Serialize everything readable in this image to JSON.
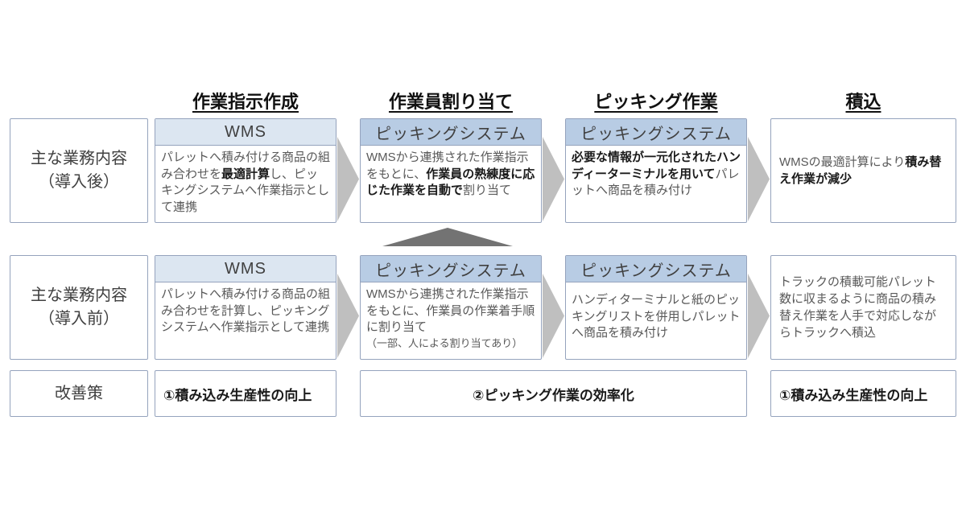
{
  "colors": {
    "wms_header": "#dce6f1",
    "picking_header": "#b8cce4",
    "box_border": "#95a3bd",
    "arrow_gray": "#bfbfbf",
    "triangle_gray": "#737373",
    "body_text": "#595959",
    "bold_text": "#1a1a1a",
    "header_text": "#404040"
  },
  "icons": {
    "flow_arrow": "right-triangle-arrow",
    "merge_triangle": "up-triangle"
  },
  "columns": {
    "c1": "作業指示作成",
    "c2": "作業員割り当て",
    "c3": "ピッキング作業",
    "c4": "積込"
  },
  "row_after": {
    "label": "主な業務内容\n（導入後）",
    "box1": {
      "system": "WMS",
      "pre": "パレットへ積み付ける商品の組み合わせを",
      "bold": "最適計算",
      "post": "し、ピッキングシステムへ作業指示として連携"
    },
    "box2": {
      "system": "ピッキングシステム",
      "pre": "WMSから連携された作業指示をもとに、",
      "bold": "作業員の熟練度に応じた作業を自動で",
      "post": "割り当て"
    },
    "box3": {
      "system": "ピッキングシステム",
      "pre": "",
      "bold": "必要な情報が一元化されたハンディーターミナルを用いて",
      "post": "パレットへ商品を積み付け"
    },
    "box4": {
      "pre": "WMSの最適計算により",
      "bold": "積み替え作業が減少",
      "post": ""
    }
  },
  "row_before": {
    "label": "主な業務内容\n（導入前）",
    "box1": {
      "system": "WMS",
      "pre": "パレットへ積み付ける商品の組み合わせを計算し、ピッキングシステムへ作業指示として連携",
      "bold": "",
      "post": ""
    },
    "box2": {
      "system": "ピッキングシステム",
      "pre": "WMSから連携された作業指示をもとに、作業員の作業着手順に割り当て",
      "bold": "",
      "post": "",
      "note": "（一部、人による割り当てあり）"
    },
    "box3": {
      "system": "ピッキングシステム",
      "pre": "ハンディターミナルと紙のピッキングリストを併用しパレットへ商品を積み付け",
      "bold": "",
      "post": ""
    },
    "box4": {
      "pre": "トラックの積載可能パレット数に収まるように商品の積み替え作業を人手で対応しながらトラックへ積込",
      "bold": "",
      "post": ""
    }
  },
  "row_improvement": {
    "label": "改善策",
    "item1": "①積み込み生産性の向上",
    "item2": "②ピッキング作業の効率化",
    "item3": "①積み込み生産性の向上"
  }
}
